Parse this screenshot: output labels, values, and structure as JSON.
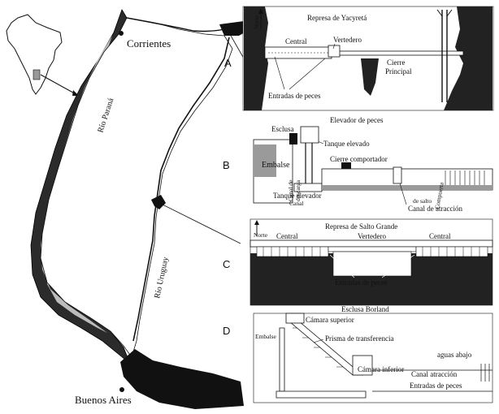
{
  "map": {
    "city_north": "Corrientes",
    "city_south": "Buenos Aires",
    "river_parana": "Río Paraná",
    "river_uruguay": "Río Uruguay"
  },
  "panels": {
    "A": {
      "letter": "A",
      "title": "Represa de Yacyretá",
      "north": "Norte",
      "central": "Central",
      "vertedero": "Vertedero",
      "cierre": "Cierre",
      "cierre2": "Principal",
      "entradas": "Entradas de peces"
    },
    "B": {
      "letter": "B",
      "title": "Elevador de peces",
      "esclusa": "Esclusa",
      "tanque_up": "Tanque elevado",
      "embalse": "Embalse",
      "canal": "Canal de",
      "canal2": "descarga",
      "cierre_comp": "Cierre comportador",
      "tanque_low": "Tanque elevador",
      "tanque_low2": "Canal",
      "compuerta": "Compuerta",
      "compuerta2": "de salto",
      "canal_atraccion": "Canal de atracción"
    },
    "C": {
      "letter": "C",
      "title": "Represa de Salto Grande",
      "north": "Norte",
      "central_l": "Central",
      "vertedero": "Vertedero",
      "central_r": "Central",
      "entradas": "Entradas de peces"
    },
    "D": {
      "letter": "D",
      "title": "Esclusa Borland",
      "embalse": "Embalse",
      "camara_sup": "Cámara superior",
      "prisma": "Prisma de transferencia",
      "aguas": "aguas abajo",
      "camara_inf": "Cámara inferior",
      "canal_atraccion": "Canal atracción",
      "entradas": "Entradas de peces"
    }
  }
}
